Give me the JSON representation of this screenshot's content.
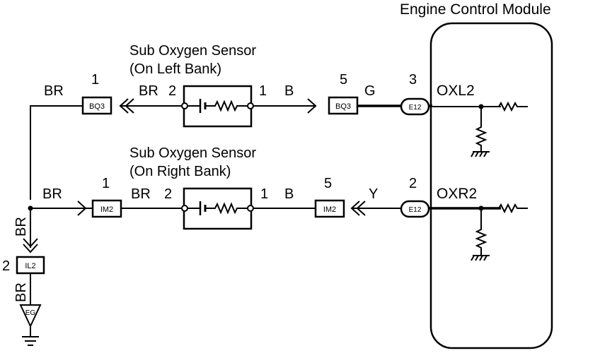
{
  "ecm": {
    "title": "Engine Control Module"
  },
  "left_sensor": {
    "title": "Sub Oxygen Sensor",
    "location": "(On Left Bank)",
    "pin_in": "2",
    "pin_out": "1",
    "wire_in": "BR",
    "wire_out": "B"
  },
  "right_sensor": {
    "title": "Sub Oxygen Sensor",
    "location": "(On Right Bank)",
    "pin_in": "2",
    "pin_out": "1",
    "wire_in": "BR",
    "wire_out": "B"
  },
  "connectors": {
    "bq3_left": {
      "id": "BQ3",
      "pin": "1"
    },
    "bq3_right": {
      "id": "BQ3",
      "pin": "5"
    },
    "e12_top": {
      "id": "E12",
      "pin": "3"
    },
    "im2_left": {
      "id": "IM2",
      "pin": "1"
    },
    "im2_right": {
      "id": "IM2",
      "pin": "5"
    },
    "e12_bottom": {
      "id": "E12",
      "pin": "2"
    },
    "il2": {
      "id": "IL2",
      "pin": "2"
    },
    "ground": {
      "id": "EG"
    }
  },
  "wires": {
    "top_left": "BR",
    "top_to_ecm": "G",
    "bottom_left": "BR",
    "bottom_to_ecm": "Y",
    "vertical_upper": "BR",
    "vertical_lower": "BR"
  },
  "ecm_terminals": {
    "top": "OXL2",
    "bottom": "OXR2"
  }
}
